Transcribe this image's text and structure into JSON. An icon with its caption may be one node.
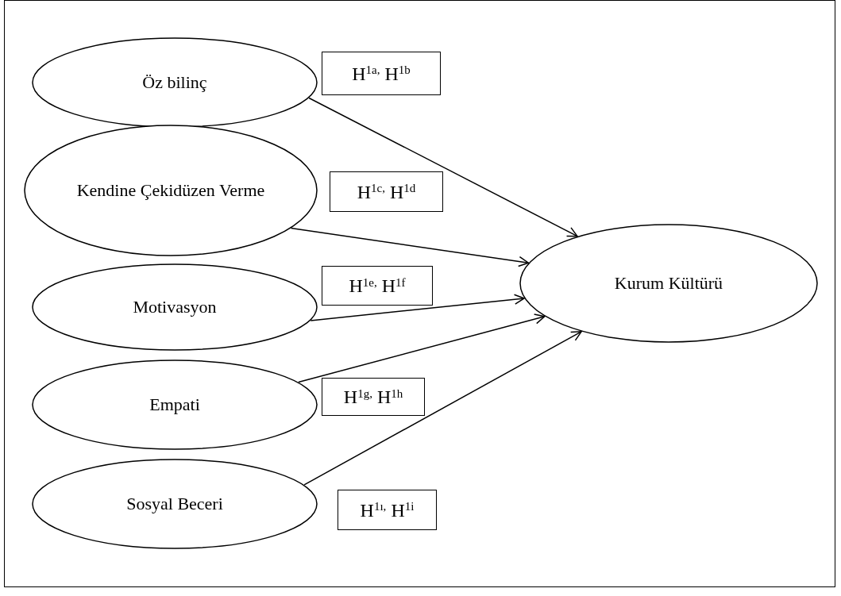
{
  "diagram": {
    "nodes": [
      {
        "text": [
          "Öz bilinç"
        ]
      },
      {
        "text": [
          "H$^{1a,}$ H$^{1b}$"
        ]
      },
      {
        "text": [
          "Kendine Çekidüzen Verme"
        ]
      },
      {
        "text": [
          "H$^{1c,}$ H$^{1d}$"
        ]
      },
      {
        "text": [
          "Kurum Kültürü"
        ]
      },
      {
        "text": [
          "H$^{1e,}$ H$^{1f}$"
        ]
      },
      {
        "text": [
          "Motivasyon"
        ]
      },
      {
        "text": [
          "Empati"
        ]
      },
      {
        "text": [
          "H$^{1g,}$ H$^{1h}$"
        ]
      },
      {
        "text": [
          "Sosyal Beceri"
        ]
      },
      {
        "text": [
          "H$^{1ı,}$ H$^{1i}$"
        ]
      }
    ],
    "edges": [
      {
        "from": 0,
        "to": 4,
        "arrow": "to"
      },
      {
        "from": 2,
        "to": 4,
        "arrow": "to"
      },
      {
        "from": 6,
        "to": 4,
        "arrow": "to"
      },
      {
        "from": 7,
        "to": 4,
        "arrow": "to"
      },
      {
        "from": 9,
        "to": 4,
        "arrow": "to"
      }
    ]
  }
}
